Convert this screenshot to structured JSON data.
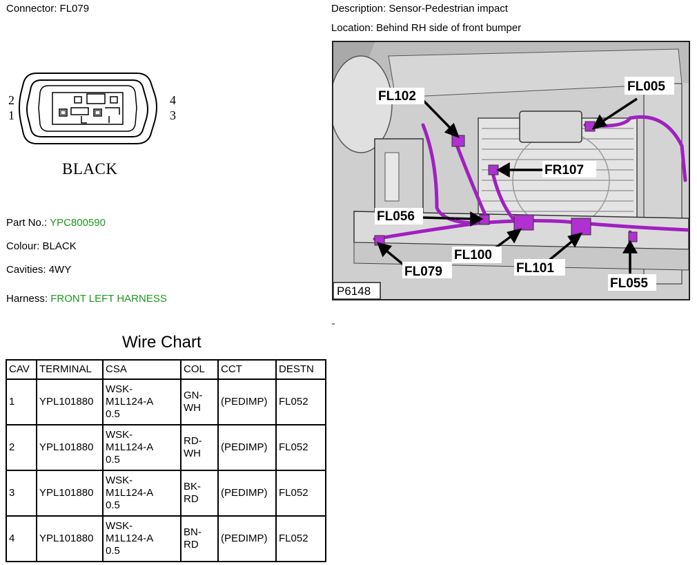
{
  "header": {
    "connector_label": "Connector:",
    "connector": "FL079",
    "description_label": "Description:",
    "description": "Sensor-Pedestrian impact",
    "location_label": "Location:",
    "location": "Behind RH side of front bumper"
  },
  "connector_drawing": {
    "pins": {
      "top_left": "2",
      "bottom_left": "1",
      "top_right": "4",
      "bottom_right": "3"
    },
    "colour_text": "BLACK"
  },
  "details": {
    "part_no_label": "Part No.:",
    "part_no": "YPC800590",
    "colour_label": "Colour:",
    "colour": "BLACK",
    "cavities_label": "Cavities:",
    "cavities": "4WY",
    "harness_label": "Harness:",
    "harness": "FRONT LEFT HARNESS"
  },
  "photo": {
    "ref": "P6148",
    "labels": [
      "FL102",
      "FL005",
      "FR107",
      "FL056",
      "FL100",
      "FL101",
      "FL079",
      "FL055"
    ]
  },
  "wire_chart": {
    "title": "Wire Chart",
    "headers": [
      "CAV",
      "TERMINAL",
      "CSA",
      "COL",
      "CCT",
      "DESTN"
    ],
    "rows": [
      {
        "cav": "1",
        "terminal": "YPL101880",
        "csa": [
          "WSK-",
          "M1L124-A",
          "0.5"
        ],
        "col": [
          "GN-",
          "WH"
        ],
        "cct": "(PEDIMP)",
        "destn": "FL052"
      },
      {
        "cav": "2",
        "terminal": "YPL101880",
        "csa": [
          "WSK-",
          "M1L124-A",
          "0.5"
        ],
        "col": [
          "RD-",
          "WH"
        ],
        "cct": "(PEDIMP)",
        "destn": "FL052"
      },
      {
        "cav": "3",
        "terminal": "YPL101880",
        "csa": [
          "WSK-",
          "M1L124-A",
          "0.5"
        ],
        "col": [
          "BK-",
          "RD"
        ],
        "cct": "(PEDIMP)",
        "destn": "FL052"
      },
      {
        "cav": "4",
        "terminal": "YPL101880",
        "csa": [
          "WSK-",
          "M1L124-A",
          "0.5"
        ],
        "col": [
          "BN-",
          "RD"
        ],
        "cct": "(PEDIMP)",
        "destn": "FL052"
      }
    ]
  },
  "colors": {
    "link_green": "#1c9a1c",
    "harness_magenta": "#a020c0"
  }
}
